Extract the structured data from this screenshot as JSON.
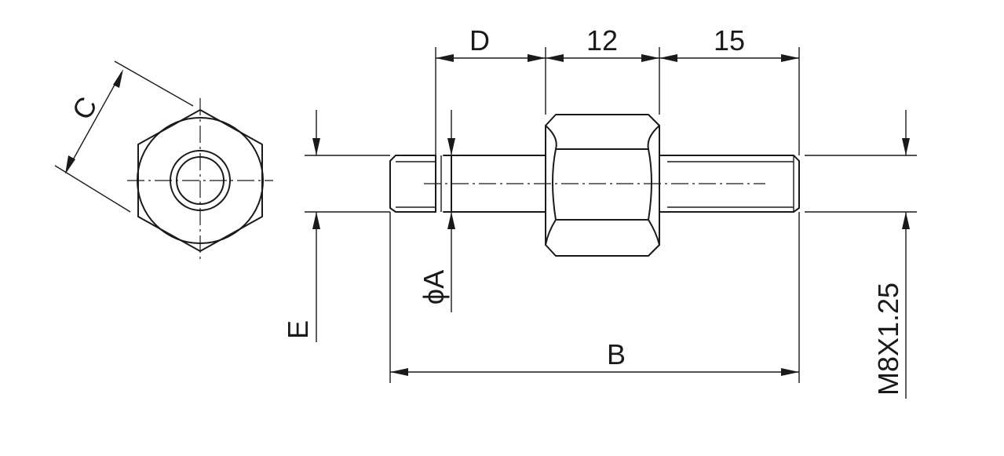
{
  "labels": {
    "c": "C",
    "d": "D",
    "len_nut": "12",
    "len_thread": "15",
    "phi_a": "ϕA",
    "e": "E",
    "b": "B",
    "thread": "M8X1.25"
  }
}
